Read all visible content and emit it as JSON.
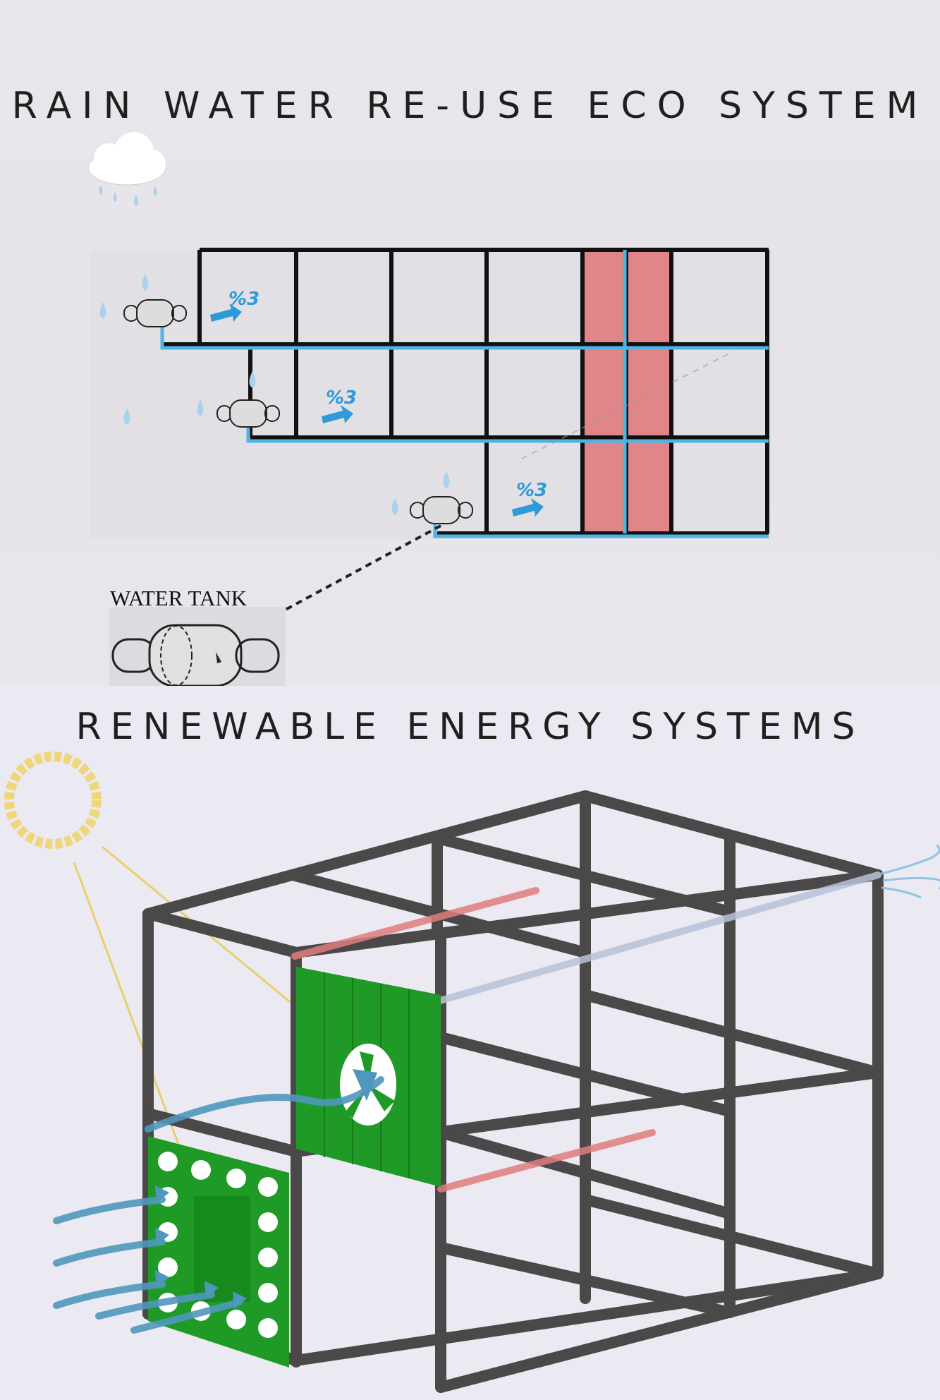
{
  "top": {
    "title": "RAIN WATER RE-USE ECO SYSTEM",
    "flow_labels": [
      "%3",
      "%3",
      "%3"
    ],
    "tank_label": "WATER TANK"
  },
  "bottom": {
    "title": "RENEWABLE ENERGY SYSTEMS"
  },
  "colors": {
    "frame": "#111111",
    "pipe": "#4fb3e6",
    "highlight_column": "#e07c7d",
    "panel_green": "#1f9a26",
    "structure": "#4a4848",
    "sun": "#f0d67a",
    "air_flow": "#4f97bd"
  },
  "icons": [
    "cloud-rain-icon",
    "water-drop-icon",
    "arrow-right-icon",
    "water-tank-icon",
    "sun-icon",
    "wind-icon",
    "turbine-icon"
  ]
}
